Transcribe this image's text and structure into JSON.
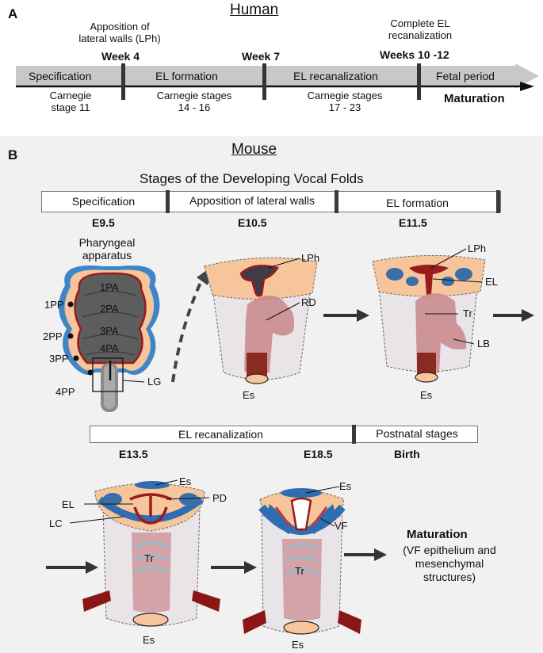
{
  "panel_a": {
    "letter": "A",
    "title": "Human",
    "above": {
      "apposition": [
        "Apposition of",
        "lateral walls (LPh)"
      ],
      "week4": "Week 4",
      "week7": "Week 7",
      "complete": [
        "Complete EL",
        "recanalization"
      ],
      "weeks10": "Weeks 10 -12"
    },
    "bar": {
      "specification": "Specification",
      "el_formation": "EL formation",
      "el_recanalization": "EL recanalization",
      "fetal_period": "Fetal period"
    },
    "below": {
      "carnegie11": [
        "Carnegie",
        "stage 11"
      ],
      "carnegie14": [
        "Carnegie stages",
        "14 - 16"
      ],
      "carnegie17": [
        "Carnegie stages",
        "17 - 23"
      ],
      "maturation": "Maturation"
    }
  },
  "panel_b": {
    "letter": "B",
    "title": "Mouse",
    "subtitle": "Stages of the Developing Vocal Folds",
    "row1": {
      "specification": "Specification",
      "apposition": "Apposition of lateral walls",
      "el_formation": "EL formation",
      "e95": "E9.5",
      "e105": "E10.5",
      "e115": "E11.5"
    },
    "row2": {
      "el_recanalization": "EL recanalization",
      "postnatal": "Postnatal stages",
      "e135": "E13.5",
      "e185": "E18.5",
      "birth": "Birth"
    },
    "pharyngeal": [
      "Pharyngeal",
      "apparatus"
    ],
    "arches": [
      "1PA",
      "2PA",
      "3PA",
      "4PA"
    ],
    "pouches": [
      "1PP",
      "2PP",
      "3PP",
      "4PP"
    ],
    "labels": {
      "lg": "LG",
      "lph": "LPh",
      "rd": "RD",
      "es": "Es",
      "el": "EL",
      "tr": "Tr",
      "lb": "LB",
      "pd": "PD",
      "lc": "LC",
      "vf": "VF"
    },
    "maturation_title": "Maturation",
    "maturation_desc": [
      "(VF epithelium and",
      "mesenchymal",
      "structures)"
    ]
  },
  "colors": {
    "panel_bg": "#f1f1f1",
    "bar_gray": "#c8c8c8",
    "tissue_orange": "#f7c59c",
    "epithelium_red": "#9b1b1b",
    "blue": "#2f6cb0",
    "pink": "#c9878b"
  }
}
